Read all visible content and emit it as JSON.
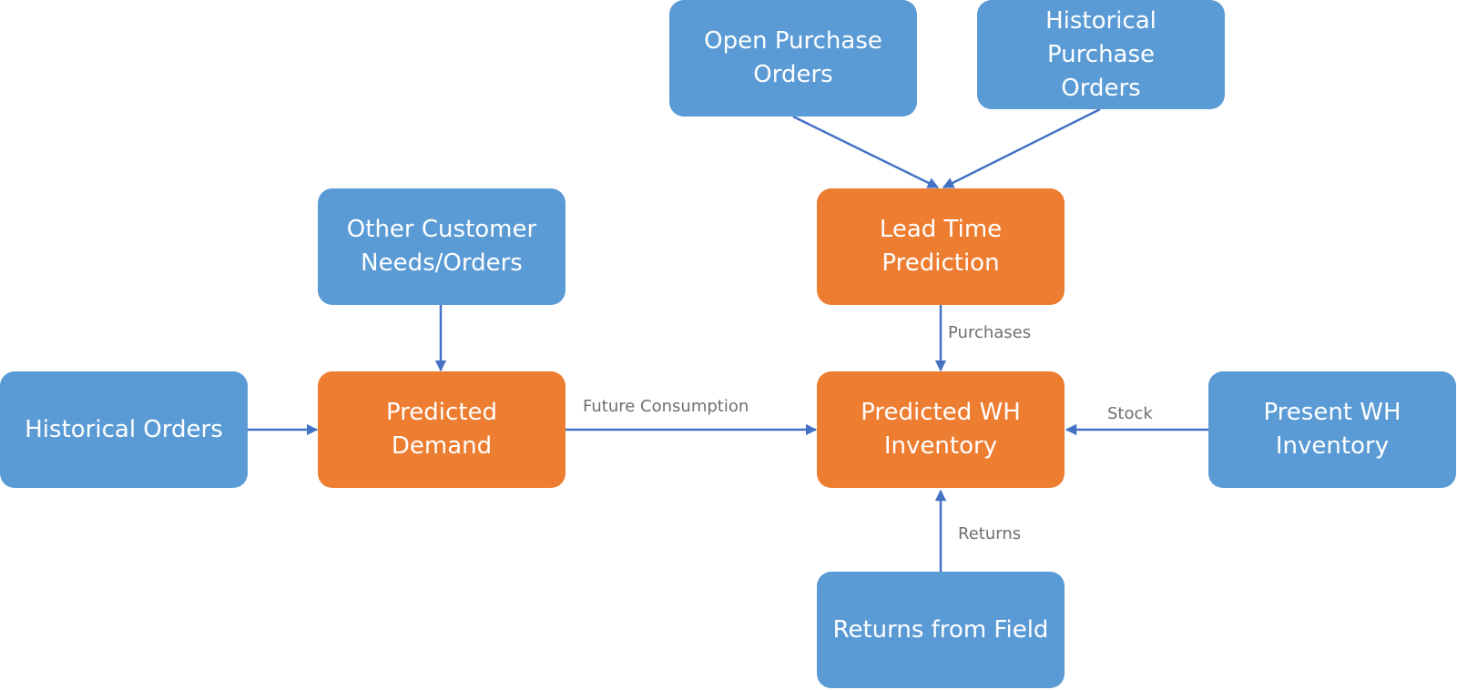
{
  "diagram": {
    "colors": {
      "input_node": "#5b9bd5",
      "prediction_node": "#ed7d31",
      "connector": "#4472c4",
      "label_text": "#6f6f6f"
    },
    "nodes": {
      "open_purchase_orders": "Open  Purchase\nOrders",
      "historical_purchase_orders": "Historical Purchase\nOrders",
      "other_customer_needs": "Other Customer\nNeeds/Orders",
      "lead_time_prediction": "Lead Time\nPrediction",
      "historical_orders": "Historical Orders",
      "predicted_demand": "Predicted Demand",
      "predicted_wh_inventory": "Predicted WH\nInventory",
      "present_wh_inventory": "Present WH\nInventory",
      "returns_from_field": "Returns from Field"
    },
    "edge_labels": {
      "purchases": "Purchases",
      "future_consumption": "Future Consumption",
      "stock": "Stock",
      "returns": "Returns"
    },
    "edges": [
      {
        "from": "open_purchase_orders",
        "to": "lead_time_prediction"
      },
      {
        "from": "historical_purchase_orders",
        "to": "lead_time_prediction"
      },
      {
        "from": "other_customer_needs",
        "to": "predicted_demand"
      },
      {
        "from": "historical_orders",
        "to": "predicted_demand"
      },
      {
        "from": "lead_time_prediction",
        "to": "predicted_wh_inventory",
        "label": "purchases"
      },
      {
        "from": "predicted_demand",
        "to": "predicted_wh_inventory",
        "label": "future_consumption"
      },
      {
        "from": "present_wh_inventory",
        "to": "predicted_wh_inventory",
        "label": "stock"
      },
      {
        "from": "returns_from_field",
        "to": "predicted_wh_inventory",
        "label": "returns"
      }
    ]
  }
}
